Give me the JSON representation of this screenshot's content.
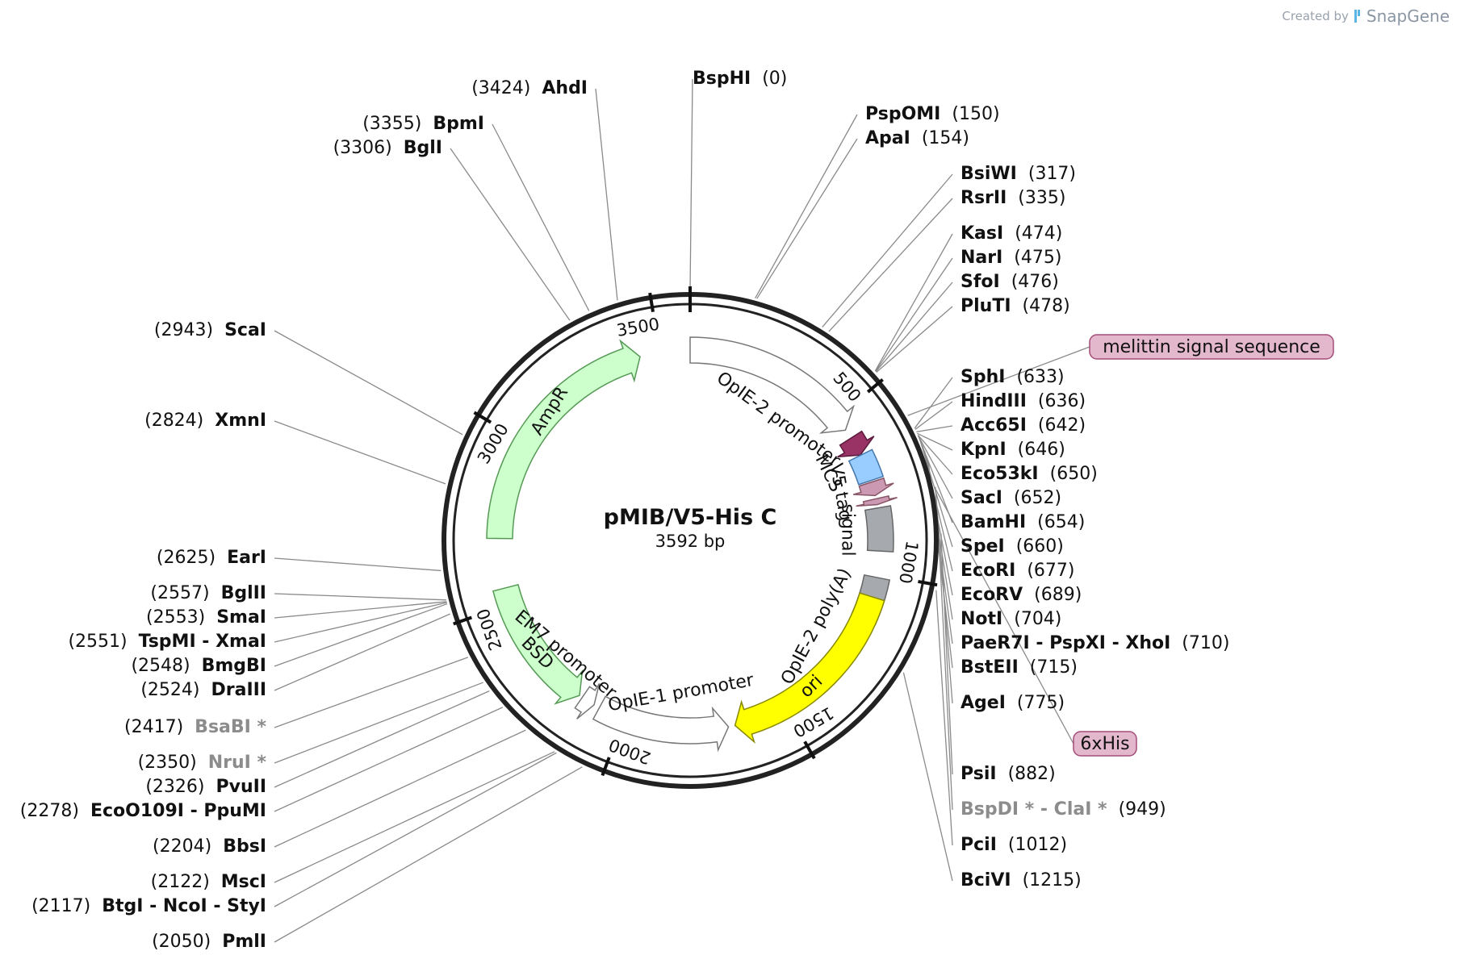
{
  "credit": {
    "prefix": "Created by",
    "brand": "SnapGene"
  },
  "plasmid": {
    "name": "pMIB/V5-His C",
    "length_label": "3592 bp",
    "length": 3592
  },
  "ticks": [
    {
      "pos": 500,
      "label": "500"
    },
    {
      "pos": 1000,
      "label": "1000"
    },
    {
      "pos": 1500,
      "label": "1500"
    },
    {
      "pos": 2000,
      "label": "2000"
    },
    {
      "pos": 2500,
      "label": "2500"
    },
    {
      "pos": 3000,
      "label": "3000"
    },
    {
      "pos": 3500,
      "label": "3500"
    }
  ],
  "features": [
    {
      "name": "OpIE-2 promoter",
      "start": 0,
      "end": 545,
      "dir": 1,
      "color": "#ffffff",
      "edge": "#777777",
      "lane": 1,
      "label_pos": 330
    },
    {
      "name": "melittin signal sequence",
      "start": 574,
      "end": 632,
      "dir": 1,
      "color": "#993366",
      "edge": "#5a1a3c",
      "lane": 1,
      "label_pos": 0
    },
    {
      "name": "MCS",
      "start": 633,
      "end": 715,
      "dir": 0,
      "color": "#99ccff",
      "edge": "#4477aa",
      "lane": 1,
      "label_pos": 655
    },
    {
      "name": "V5 tag",
      "start": 720,
      "end": 762,
      "dir": 1,
      "color": "#cc99b2",
      "edge": "#885566",
      "lane": 1,
      "label_pos": 742
    },
    {
      "name": "6xHis",
      "start": 772,
      "end": 790,
      "dir": 1,
      "color": "#cc99b2",
      "edge": "#885566",
      "lane": 1,
      "label_pos": 0
    },
    {
      "name": "signal",
      "start": 800,
      "end": 930,
      "dir": 0,
      "color": "#a6aaae",
      "edge": "#666666",
      "lane": 1,
      "label_pos": 865
    },
    {
      "name": "OpIE-2 poly(A)",
      "start": 1010,
      "end": 1140,
      "dir": 0,
      "color": "#a6aaae",
      "edge": "#666666",
      "lane": 1,
      "label_pos": 1075
    },
    {
      "name": "ori",
      "start": 1070,
      "end": 1660,
      "dir": 1,
      "color": "#ffff00",
      "edge": "#888800",
      "lane": 1,
      "label_pos": 1360
    },
    {
      "name": "OpIE-1 promoter",
      "start": 1680,
      "end": 2080,
      "dir": -1,
      "color": "#ffffff",
      "edge": "#777777",
      "lane": 1,
      "label_pos": 1880
    },
    {
      "name": "EM7 promoter",
      "start": 2098,
      "end": 2140,
      "dir": -1,
      "color": "#ffffff",
      "edge": "#777777",
      "lane": 1,
      "label_pos": 2180
    },
    {
      "name": "BSD",
      "start": 2150,
      "end": 2550,
      "dir": -1,
      "color": "#ccffcc",
      "edge": "#559955",
      "lane": 1,
      "label_pos": 2340
    },
    {
      "name": "AmpR",
      "start": 2700,
      "end": 3440,
      "dir": 1,
      "color": "#ccffcc",
      "edge": "#559955",
      "lane": 1,
      "label_pos": 3100
    }
  ],
  "feature_labels": {
    "opie2_promoter": "OpIE-2 promoter",
    "mcs": "MCS",
    "v5_tag": "V5 tag",
    "signal": "signal",
    "opie2_polya": "OpIE-2 poly(A)",
    "ori": "ori",
    "opie1_promoter": "OpIE-1 promoter",
    "em7_promoter": "EM7 promoter",
    "bsd": "BSD",
    "ampr": "AmpR",
    "melittin": "melittin signal sequence",
    "his6": "6xHis"
  },
  "sites_right": [
    {
      "name": "BspHI",
      "pos": "(0)",
      "bp": 0
    },
    {
      "name": "PspOMI",
      "pos": "(150)",
      "bp": 150
    },
    {
      "name": "ApaI",
      "pos": "(154)",
      "bp": 154
    },
    {
      "name": "BsiWI",
      "pos": "(317)",
      "bp": 317
    },
    {
      "name": "RsrII",
      "pos": "(335)",
      "bp": 335
    },
    {
      "name": "KasI",
      "pos": "(474)",
      "bp": 474
    },
    {
      "name": "NarI",
      "pos": "(475)",
      "bp": 475
    },
    {
      "name": "SfoI",
      "pos": "(476)",
      "bp": 476
    },
    {
      "name": "PluTI",
      "pos": "(478)",
      "bp": 478
    },
    {
      "name": "SphI",
      "pos": "(633)",
      "bp": 633
    },
    {
      "name": "HindIII",
      "pos": "(636)",
      "bp": 636
    },
    {
      "name": "Acc65I",
      "pos": "(642)",
      "bp": 642
    },
    {
      "name": "KpnI",
      "pos": "(646)",
      "bp": 646
    },
    {
      "name": "Eco53kI",
      "pos": "(650)",
      "bp": 650
    },
    {
      "name": "SacI",
      "pos": "(652)",
      "bp": 652
    },
    {
      "name": "BamHI",
      "pos": "(654)",
      "bp": 654
    },
    {
      "name": "SpeI",
      "pos": "(660)",
      "bp": 660
    },
    {
      "name": "EcoRI",
      "pos": "(677)",
      "bp": 677
    },
    {
      "name": "EcoRV",
      "pos": "(689)",
      "bp": 689
    },
    {
      "name": "NotI",
      "pos": "(704)",
      "bp": 704
    },
    {
      "name": "PaeR7I - PspXI - XhoI",
      "pos": "(710)",
      "bp": 710
    },
    {
      "name": "BstEII",
      "pos": "(715)",
      "bp": 715
    },
    {
      "name": "AgeI",
      "pos": "(775)",
      "bp": 775
    },
    {
      "name": "PsiI",
      "pos": "(882)",
      "bp": 882
    },
    {
      "name": "BspDI * - ClaI *",
      "pos": "(949)",
      "bp": 949,
      "gray": true
    },
    {
      "name": "PciI",
      "pos": "(1012)",
      "bp": 1012
    },
    {
      "name": "BciVI",
      "pos": "(1215)",
      "bp": 1215
    }
  ],
  "sites_left": [
    {
      "name": "AhdI",
      "pos": "(3424)",
      "bp": 3424
    },
    {
      "name": "BpmI",
      "pos": "(3355)",
      "bp": 3355
    },
    {
      "name": "BglI",
      "pos": "(3306)",
      "bp": 3306
    },
    {
      "name": "ScaI",
      "pos": "(2943)",
      "bp": 2943
    },
    {
      "name": "XmnI",
      "pos": "(2824)",
      "bp": 2824
    },
    {
      "name": "EarI",
      "pos": "(2625)",
      "bp": 2625
    },
    {
      "name": "BglII",
      "pos": "(2557)",
      "bp": 2557
    },
    {
      "name": "SmaI",
      "pos": "(2553)",
      "bp": 2553
    },
    {
      "name": "TspMI - XmaI",
      "pos": "(2551)",
      "bp": 2551
    },
    {
      "name": "BmgBI",
      "pos": "(2548)",
      "bp": 2548
    },
    {
      "name": "DraIII",
      "pos": "(2524)",
      "bp": 2524
    },
    {
      "name": "BsaBI *",
      "pos": "(2417)",
      "bp": 2417,
      "gray": true
    },
    {
      "name": "NruI *",
      "pos": "(2350)",
      "bp": 2350,
      "gray": true
    },
    {
      "name": "PvuII",
      "pos": "(2326)",
      "bp": 2326
    },
    {
      "name": "EcoO109I - PpuMI",
      "pos": "(2278)",
      "bp": 2278
    },
    {
      "name": "BbsI",
      "pos": "(2204)",
      "bp": 2204
    },
    {
      "name": "MscI",
      "pos": "(2122)",
      "bp": 2122
    },
    {
      "name": "BtgI - NcoI - StyI",
      "pos": "(2117)",
      "bp": 2117
    },
    {
      "name": "PmlI",
      "pos": "(2050)",
      "bp": 2050
    }
  ]
}
